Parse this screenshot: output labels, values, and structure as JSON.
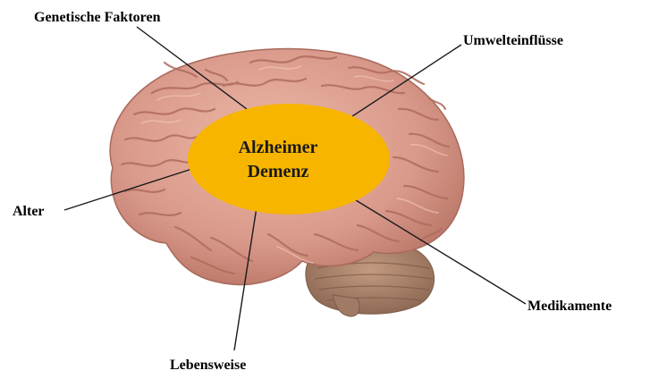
{
  "center": {
    "line1": "Alzheimer",
    "line2": "Demenz",
    "fill_color": "#f7b500"
  },
  "factors": {
    "genetic": "Genetische Faktoren",
    "environment": "Umwelteinflüsse",
    "age": "Alter",
    "medication": "Medikamente",
    "lifestyle": "Lebensweise"
  },
  "colors": {
    "brain": "#e0a394",
    "brain_dark": "#b97568",
    "cerebellum": "#a6816a",
    "line": "#1a1a1a"
  },
  "icons": {
    "brain": "brain-illustration"
  }
}
